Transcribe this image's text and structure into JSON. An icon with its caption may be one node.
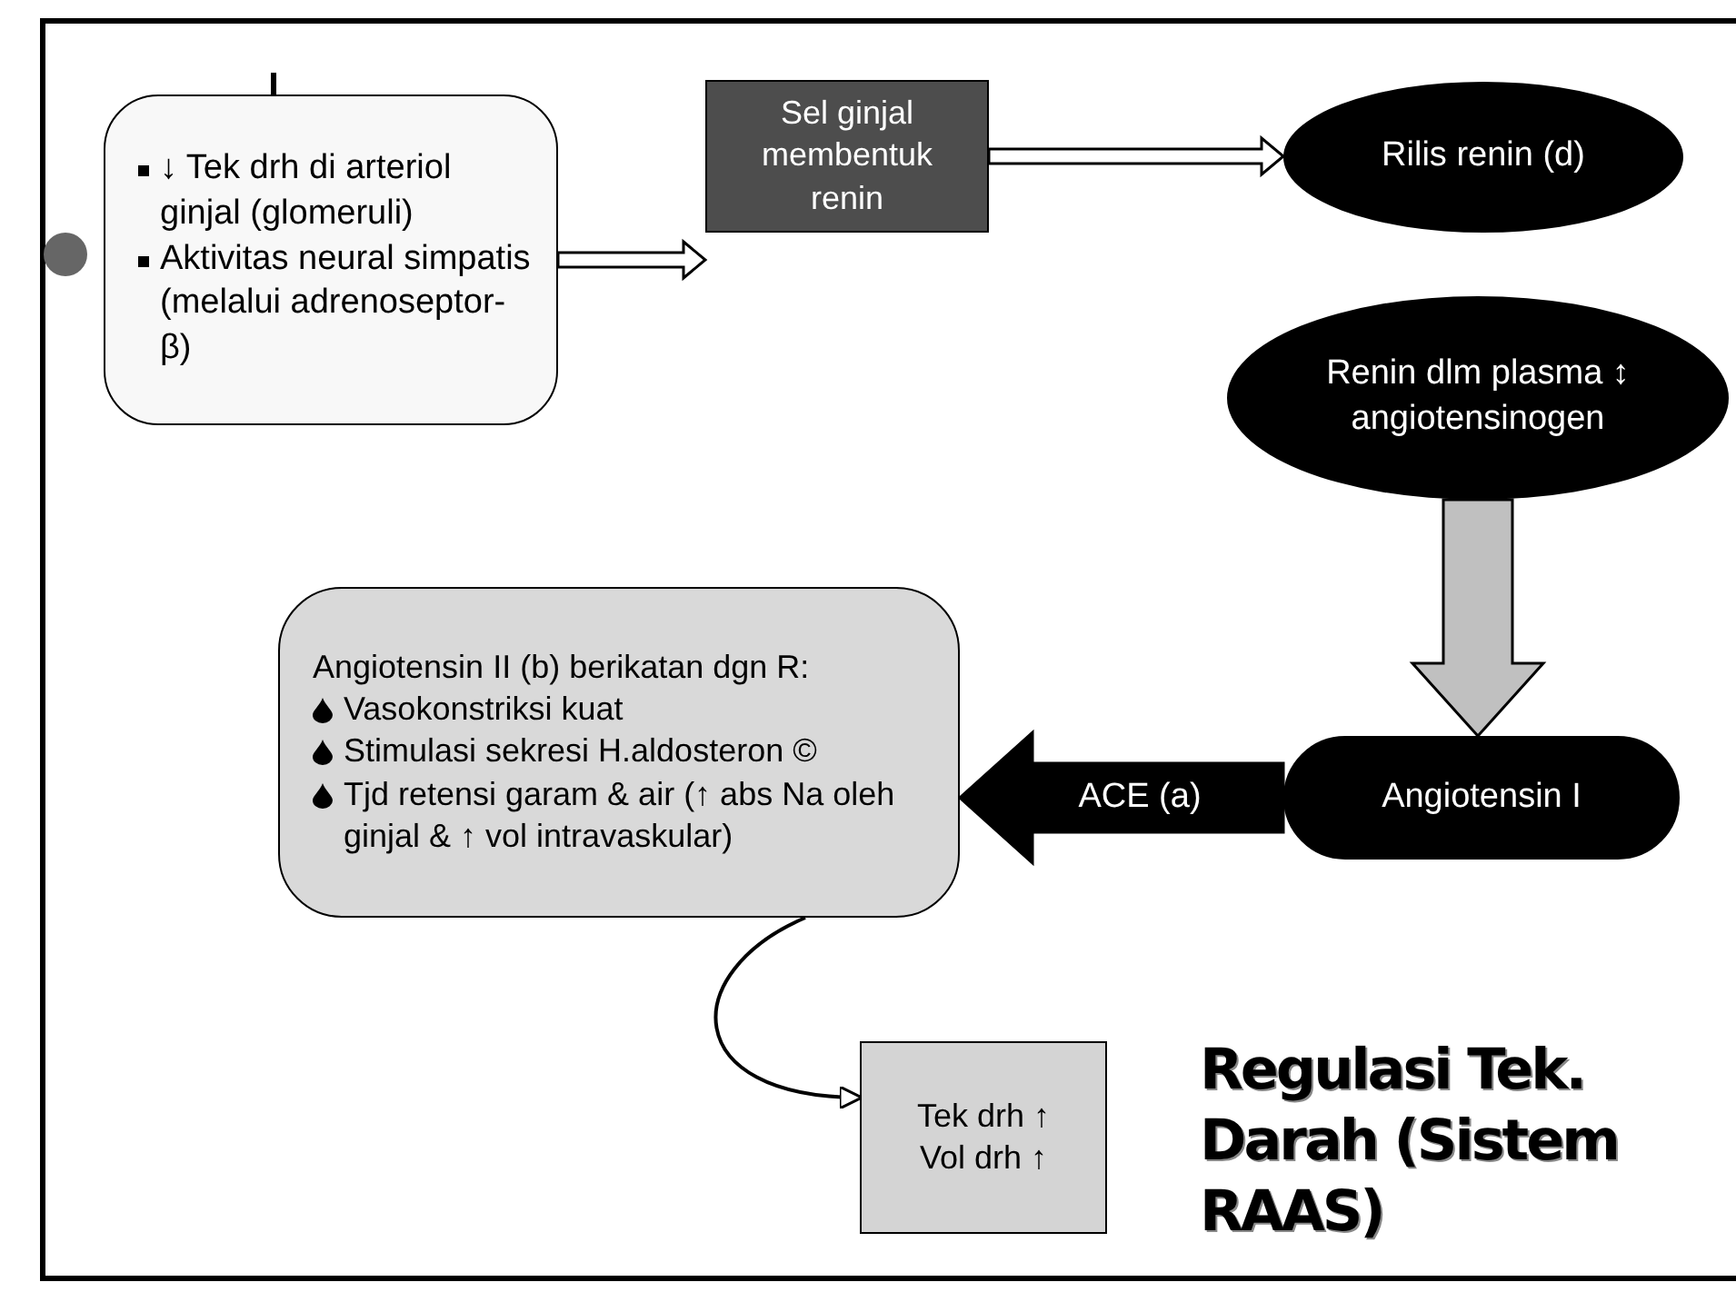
{
  "diagram": {
    "title": "Regulasi Tek. Darah (Sistem RAAS)",
    "nodes": [
      {
        "text": [
          "↓ Tek drh di arteriol ginjal (glomeruli)",
          "Aktivitas neural simpatis (melalui adrenoseptor-β)"
        ]
      },
      {
        "text": [
          "Sel ginjal membentuk renin"
        ]
      },
      {
        "text": [
          "Rilis renin (d)"
        ]
      },
      {
        "text": [
          "Renin dlm plasma ↕ angiotensinogen"
        ]
      },
      {
        "text": [
          "Angiotensin I"
        ]
      },
      {
        "text": [
          "Angiotensin II (b) berikatan dgn R:",
          "Vasokonstriksi kuat",
          "Stimulasi sekresi H.aldosteron ©",
          "Tjd retensi garam & air (↑ abs Na oleh ginjal & ↑ vol intravaskular)"
        ]
      },
      {
        "text": [
          "Tek drh ↑ Vol drh ↑"
        ]
      }
    ],
    "edges": [
      {
        "from": 0,
        "to": 1,
        "arrow": "to"
      },
      {
        "from": 1,
        "to": 2,
        "arrow": "to"
      },
      {
        "from": 3,
        "to": 4,
        "arrow": "to",
        "style": "thick",
        "color": "#c0c0c0"
      },
      {
        "from": 4,
        "to": 5,
        "arrow": "to",
        "style": "thick",
        "label": "ACE (a)"
      },
      {
        "from": 5,
        "to": 6,
        "arrow": "to"
      }
    ]
  }
}
